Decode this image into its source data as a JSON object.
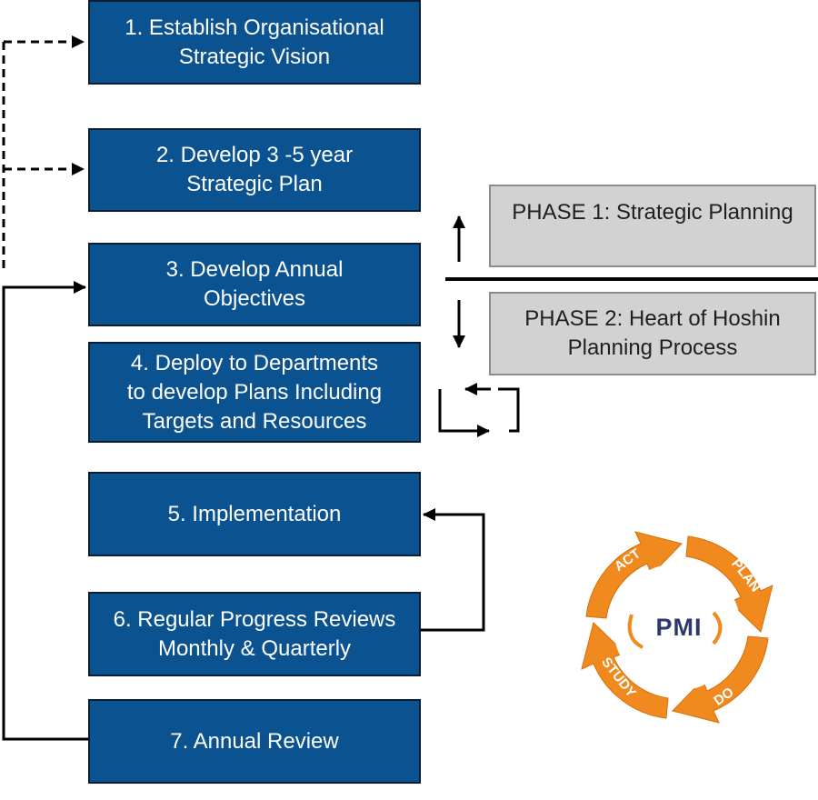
{
  "steps": [
    {
      "lines": [
        "1. Establish Organisational",
        "Strategic Vision"
      ]
    },
    {
      "lines": [
        "2. Develop 3 -5 year",
        "Strategic Plan"
      ]
    },
    {
      "lines": [
        "3. Develop Annual",
        "Objectives"
      ]
    },
    {
      "lines": [
        "4. Deploy to Departments",
        "to develop Plans Including",
        "Targets and Resources"
      ]
    },
    {
      "lines": [
        "5. Implementation"
      ]
    },
    {
      "lines": [
        "6. Regular Progress Reviews",
        "Monthly & Quarterly"
      ]
    },
    {
      "lines": [
        "7. Annual Review"
      ]
    }
  ],
  "phases": [
    {
      "lines": [
        "PHASE 1: Strategic Planning"
      ]
    },
    {
      "lines": [
        "PHASE 2: Heart of Hoshin",
        "Planning Process"
      ]
    }
  ],
  "pdsa": {
    "center": "PMI",
    "labels": [
      "ACT",
      "PLAN",
      "DO",
      "STUDY"
    ]
  },
  "colors": {
    "step_fill": "#0b5290",
    "phase_fill": "#d2d2d2",
    "cycle_orange": "#f08a1e",
    "logo_navy": "#2b3a6b"
  }
}
